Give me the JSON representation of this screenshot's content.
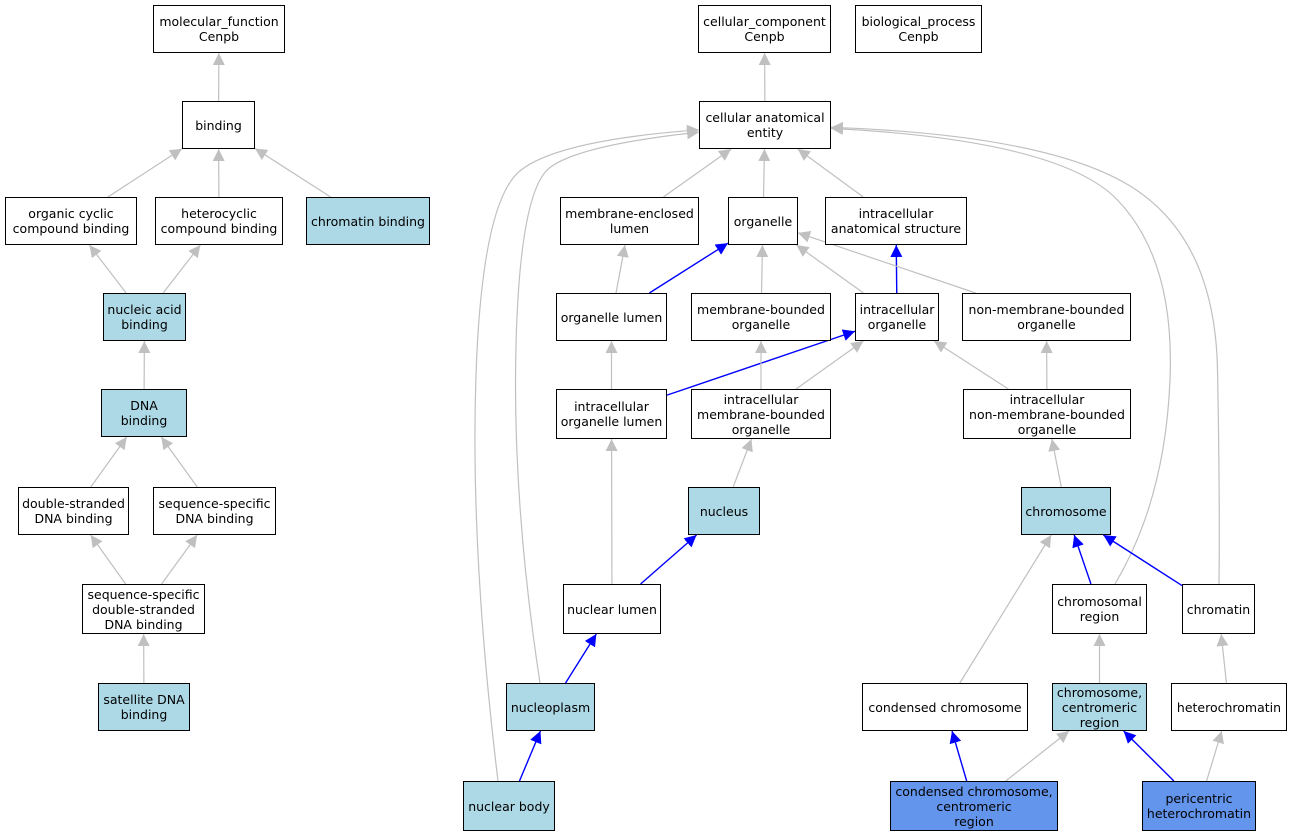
{
  "colors": {
    "plain": "#ffffff",
    "annotated": "#add8e6",
    "direct": "#6495ed",
    "edge_isa": "#c0c0c0",
    "edge_partof": "#0000ff"
  },
  "nodes": [
    {
      "id": "mf",
      "label": "molecular_function\nCenpb",
      "style": "plain"
    },
    {
      "id": "binding",
      "label": "binding",
      "style": "plain"
    },
    {
      "id": "ocb",
      "label": "organic cyclic\ncompound binding",
      "style": "plain"
    },
    {
      "id": "hcb",
      "label": "heterocyclic\ncompound binding",
      "style": "plain"
    },
    {
      "id": "chb",
      "label": "chromatin binding",
      "style": "annotated"
    },
    {
      "id": "nab",
      "label": "nucleic acid\nbinding",
      "style": "annotated"
    },
    {
      "id": "dnab",
      "label": "DNA binding",
      "style": "annotated"
    },
    {
      "id": "dsdna",
      "label": "double-stranded\nDNA binding",
      "style": "plain"
    },
    {
      "id": "ssdna",
      "label": "sequence-specific\nDNA binding",
      "style": "plain"
    },
    {
      "id": "ssds",
      "label": "sequence-specific\ndouble-stranded\nDNA binding",
      "style": "plain"
    },
    {
      "id": "sat",
      "label": "satellite DNA\nbinding",
      "style": "annotated"
    },
    {
      "id": "cc",
      "label": "cellular_component\nCenpb",
      "style": "plain"
    },
    {
      "id": "bp",
      "label": "biological_process\nCenpb",
      "style": "plain"
    },
    {
      "id": "cae",
      "label": "cellular anatomical\nentity",
      "style": "plain"
    },
    {
      "id": "mel",
      "label": "membrane-enclosed\nlumen",
      "style": "plain"
    },
    {
      "id": "org",
      "label": "organelle",
      "style": "plain"
    },
    {
      "id": "ias",
      "label": "intracellular\nanatomical structure",
      "style": "plain"
    },
    {
      "id": "ol",
      "label": "organelle lumen",
      "style": "plain"
    },
    {
      "id": "mbo",
      "label": "membrane-bounded\norganelle",
      "style": "plain"
    },
    {
      "id": "io",
      "label": "intracellular\norganelle",
      "style": "plain"
    },
    {
      "id": "nmbo",
      "label": "non-membrane-bounded\norganelle",
      "style": "plain"
    },
    {
      "id": "iol",
      "label": "intracellular\norganelle lumen",
      "style": "plain"
    },
    {
      "id": "imbo",
      "label": "intracellular\nmembrane-bounded\norganelle",
      "style": "plain"
    },
    {
      "id": "inmbo",
      "label": "intracellular\nnon-membrane-bounded\norganelle",
      "style": "plain"
    },
    {
      "id": "nuc",
      "label": "nucleus",
      "style": "annotated"
    },
    {
      "id": "chrom",
      "label": "chromosome",
      "style": "annotated"
    },
    {
      "id": "nl",
      "label": "nuclear lumen",
      "style": "plain"
    },
    {
      "id": "chreg",
      "label": "chromosomal\nregion",
      "style": "plain"
    },
    {
      "id": "chrt",
      "label": "chromatin",
      "style": "plain"
    },
    {
      "id": "np",
      "label": "nucleoplasm",
      "style": "annotated"
    },
    {
      "id": "cchr",
      "label": "condensed chromosome",
      "style": "plain"
    },
    {
      "id": "ccr",
      "label": "chromosome,\ncentromeric\nregion",
      "style": "annotated"
    },
    {
      "id": "hetc",
      "label": "heterochromatin",
      "style": "plain"
    },
    {
      "id": "nb",
      "label": "nuclear body",
      "style": "annotated"
    },
    {
      "id": "ccc",
      "label": "condensed chromosome,\ncentromeric\nregion",
      "style": "direct"
    },
    {
      "id": "pch",
      "label": "pericentric\nheterochromatin",
      "style": "direct"
    }
  ],
  "edges": [
    {
      "from": "binding",
      "to": "mf",
      "type": "is_a"
    },
    {
      "from": "ocb",
      "to": "binding",
      "type": "is_a"
    },
    {
      "from": "hcb",
      "to": "binding",
      "type": "is_a"
    },
    {
      "from": "chb",
      "to": "binding",
      "type": "is_a"
    },
    {
      "from": "nab",
      "to": "ocb",
      "type": "is_a"
    },
    {
      "from": "nab",
      "to": "hcb",
      "type": "is_a"
    },
    {
      "from": "dnab",
      "to": "nab",
      "type": "is_a"
    },
    {
      "from": "dsdna",
      "to": "dnab",
      "type": "is_a"
    },
    {
      "from": "ssdna",
      "to": "dnab",
      "type": "is_a"
    },
    {
      "from": "ssds",
      "to": "dsdna",
      "type": "is_a"
    },
    {
      "from": "ssds",
      "to": "ssdna",
      "type": "is_a"
    },
    {
      "from": "sat",
      "to": "ssds",
      "type": "is_a"
    },
    {
      "from": "cae",
      "to": "cc",
      "type": "is_a"
    },
    {
      "from": "mel",
      "to": "cae",
      "type": "is_a"
    },
    {
      "from": "org",
      "to": "cae",
      "type": "is_a"
    },
    {
      "from": "ias",
      "to": "cae",
      "type": "is_a"
    },
    {
      "from": "ol",
      "to": "mel",
      "type": "is_a"
    },
    {
      "from": "ol",
      "to": "org",
      "type": "part_of"
    },
    {
      "from": "mbo",
      "to": "org",
      "type": "is_a"
    },
    {
      "from": "io",
      "to": "org",
      "type": "is_a"
    },
    {
      "from": "io",
      "to": "ias",
      "type": "part_of"
    },
    {
      "from": "nmbo",
      "to": "org",
      "type": "is_a"
    },
    {
      "from": "iol",
      "to": "ol",
      "type": "is_a"
    },
    {
      "from": "iol",
      "to": "io",
      "type": "part_of"
    },
    {
      "from": "imbo",
      "to": "mbo",
      "type": "is_a"
    },
    {
      "from": "imbo",
      "to": "io",
      "type": "is_a"
    },
    {
      "from": "inmbo",
      "to": "io",
      "type": "is_a"
    },
    {
      "from": "inmbo",
      "to": "nmbo",
      "type": "is_a"
    },
    {
      "from": "nuc",
      "to": "imbo",
      "type": "is_a"
    },
    {
      "from": "chrom",
      "to": "inmbo",
      "type": "is_a"
    },
    {
      "from": "nl",
      "to": "iol",
      "type": "is_a"
    },
    {
      "from": "nl",
      "to": "nuc",
      "type": "part_of"
    },
    {
      "from": "np",
      "to": "nl",
      "type": "part_of"
    },
    {
      "from": "np",
      "to": "cae",
      "type": "is_a"
    },
    {
      "from": "nb",
      "to": "np",
      "type": "part_of"
    },
    {
      "from": "nb",
      "to": "cae",
      "type": "is_a"
    },
    {
      "from": "chreg",
      "to": "chrom",
      "type": "part_of"
    },
    {
      "from": "chreg",
      "to": "cae",
      "type": "is_a"
    },
    {
      "from": "chrt",
      "to": "chrom",
      "type": "part_of"
    },
    {
      "from": "chrt",
      "to": "cae",
      "type": "is_a"
    },
    {
      "from": "cchr",
      "to": "chrom",
      "type": "is_a"
    },
    {
      "from": "ccr",
      "to": "chreg",
      "type": "is_a"
    },
    {
      "from": "hetc",
      "to": "chrt",
      "type": "is_a"
    },
    {
      "from": "ccc",
      "to": "cchr",
      "type": "part_of"
    },
    {
      "from": "ccc",
      "to": "ccr",
      "type": "is_a"
    },
    {
      "from": "pch",
      "to": "ccr",
      "type": "part_of"
    },
    {
      "from": "pch",
      "to": "hetc",
      "type": "is_a"
    }
  ]
}
